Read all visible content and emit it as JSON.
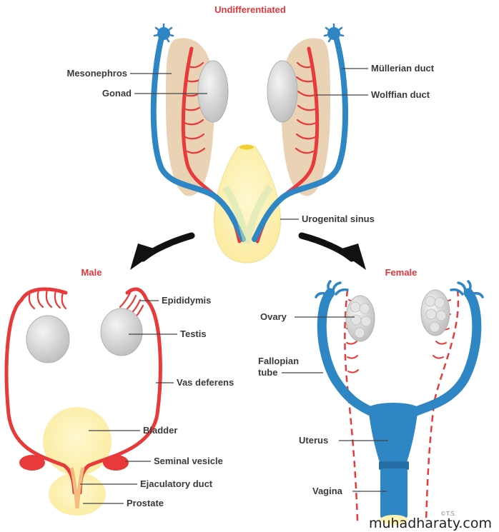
{
  "titles": {
    "undifferentiated": "Undifferentiated",
    "male": "Male",
    "female": "Female"
  },
  "labels": {
    "mesonephros": "Mesonephros",
    "gonad": "Gonad",
    "mullerian_duct": "Müllerian duct",
    "wolffian_duct": "Wolffian duct",
    "urogenital_sinus": "Urogenital sinus",
    "epididymis": "Epididymis",
    "testis": "Testis",
    "vas_deferens": "Vas deferens",
    "bladder": "Bladder",
    "seminal_vesicle": "Seminal vesicle",
    "ejaculatory_duct": "Ejaculatory duct",
    "prostate": "Prostate",
    "ovary": "Ovary",
    "fallopian_tube_line1": "Fallopian",
    "fallopian_tube_line2": "tube",
    "uterus": "Uterus",
    "vagina": "Vagina"
  },
  "credit": "©T.S.",
  "watermark": "muhadharaty.com",
  "colors": {
    "mullerian_blue": "#2f86c4",
    "wolffian_red": "#e83a3a",
    "mesonephros_tan": "#ead2b4",
    "gonad_grey": "#c9c9c9",
    "sinus_yellow": "#fff4b6",
    "title_red": "#e0373b"
  }
}
